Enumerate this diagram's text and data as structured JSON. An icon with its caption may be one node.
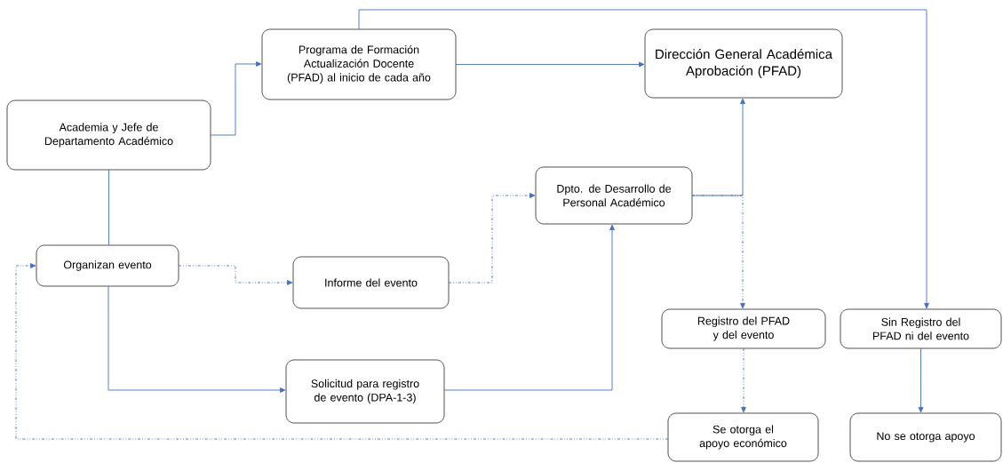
{
  "diagram": {
    "nodes": [
      {
        "text": [
          "Academia y Jefe de Departamento Académico"
        ]
      },
      {
        "text": [
          "Programa de Formación Actualización Docente (PFAD) al inicio de cada año"
        ]
      },
      {
        "text": [
          "Dirección General Académica Aprobación (PFAD)"
        ]
      },
      {
        "text": [
          "Organizan evento"
        ]
      },
      {
        "text": [
          "Informe del evento"
        ]
      },
      {
        "text": [
          "Dpto. de Desarrollo de Personal Académico"
        ]
      },
      {
        "text": [
          "Solicitud para registro de evento (DPA-1-3)"
        ]
      },
      {
        "text": [
          "Registro del PFAD y del evento"
        ]
      },
      {
        "text": [
          "Sin Registro del PFAD ni del evento"
        ]
      },
      {
        "text": [
          "Se otorga el apoyo económico"
        ]
      },
      {
        "text": [
          "No se otorga apoyo"
        ]
      }
    ],
    "edges": [
      {
        "from": 0,
        "to": 1,
        "arrow": "to"
      },
      {
        "from": 0,
        "to": 3,
        "arrow": "none"
      },
      {
        "from": 1,
        "to": 2,
        "arrow": "to"
      },
      {
        "from": 1,
        "to": 8,
        "arrow": "to"
      },
      {
        "from": 3,
        "to": 4,
        "arrow": "to",
        "style": "dashed"
      },
      {
        "from": 3,
        "to": 6,
        "arrow": "to"
      },
      {
        "from": 4,
        "to": 5,
        "arrow": "to",
        "style": "dashed"
      },
      {
        "from": 6,
        "to": 5,
        "arrow": "to"
      },
      {
        "from": 5,
        "to": 2,
        "arrow": "to"
      },
      {
        "from": 5,
        "to": 7,
        "arrow": "to",
        "style": "dashed"
      },
      {
        "from": 7,
        "to": 9,
        "arrow": "to",
        "style": "dashed"
      },
      {
        "from": 8,
        "to": 10,
        "arrow": "to"
      },
      {
        "from": 9,
        "to": 3,
        "arrow": "to",
        "style": "dashed"
      }
    ]
  }
}
